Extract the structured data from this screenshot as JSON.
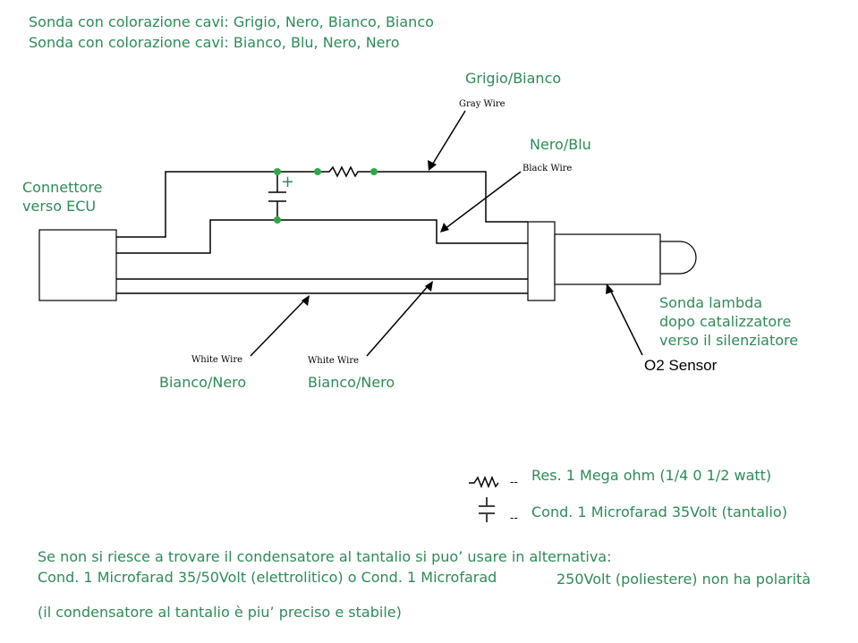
{
  "header": {
    "line1": "Sonda con colorazione cavi: Grigio, Nero, Bianco, Bianco",
    "line2": "Sonda con colorazione cavi: Bianco, Blu, Nero, Nero"
  },
  "labels": {
    "grigio_bianco": "Grigio/Bianco",
    "gray_wire": "Gray Wire",
    "nero_blu": "Nero/Blu",
    "black_wire": "Black Wire",
    "connettore_l1": "Connettore",
    "connettore_l2": "verso ECU",
    "capacitor_plus": "+",
    "sonda_l1": "Sonda lambda",
    "sonda_l2": "dopo catalizzatore",
    "sonda_l3": "verso il silenziatore",
    "o2_sensor": "O2 Sensor",
    "white_wire_1": "White Wire",
    "white_wire_2": "White Wire",
    "bianco_nero_1": "Bianco/Nero",
    "bianco_nero_2": "Bianco/Nero"
  },
  "legend": {
    "dash1": "--",
    "resistor": "Res. 1 Mega ohm (1/4 0 1/2 watt)",
    "dash2": "--",
    "capacitor": "Cond. 1 Microfarad 35Volt (tantalio)"
  },
  "notes": {
    "line1": "Se non si riesce a trovare il condensatore al tantalio si puo’ usare in alternativa:",
    "line2a": "Cond. 1 Microfarad 35/50Volt (elettrolitico) o Cond. 1 Microfarad",
    "line2b": "250Volt (poliestere) non ha polarità",
    "line3": "(il condensatore al tantalio è piu’ preciso e stabile)"
  },
  "colors": {
    "text_green": "#2e8b57",
    "node_green": "#2ea84a"
  }
}
